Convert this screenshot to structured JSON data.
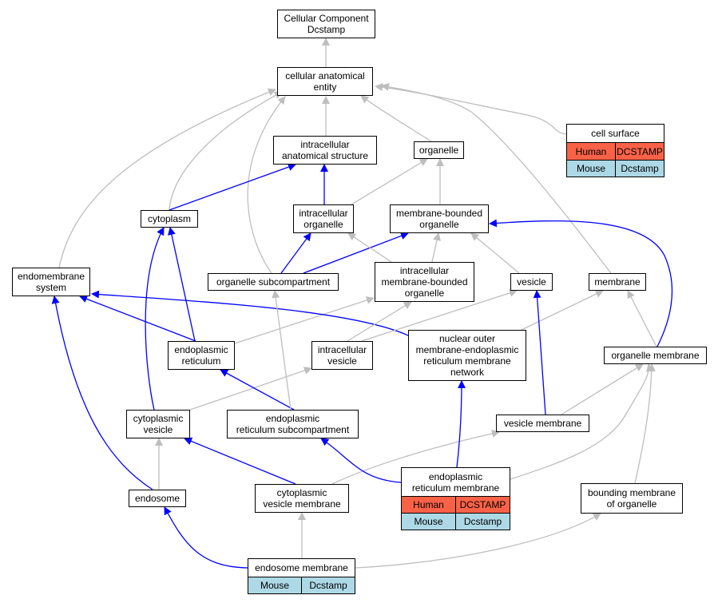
{
  "colors": {
    "is_a_edge": "#bebebe",
    "part_of_edge": "#0000ff",
    "human_cell": "#fa6248",
    "mouse_cell": "#add8e6"
  },
  "nodes": {
    "root": [
      "Cellular Component",
      "Dcstamp"
    ],
    "cae": [
      "cellular anatomical",
      "entity"
    ],
    "ias": [
      "intracellular",
      "anatomical structure"
    ],
    "organelle": [
      "organelle"
    ],
    "cell_surface": {
      "title": "cell surface",
      "rows": [
        [
          "Human",
          "DCSTAMP"
        ],
        [
          "Mouse",
          "Dcstamp"
        ]
      ]
    },
    "cytoplasm": [
      "cytoplasm"
    ],
    "intra_org": [
      "intracellular",
      "organelle"
    ],
    "mbo": [
      "membrane-bounded",
      "organelle"
    ],
    "endomembrane": [
      "endomembrane",
      "system"
    ],
    "org_sub": [
      "organelle subcompartment"
    ],
    "imbo": [
      "intracellular",
      "membrane-bounded",
      "organelle"
    ],
    "vesicle": [
      "vesicle"
    ],
    "membrane": [
      "membrane"
    ],
    "er": [
      "endoplasmic",
      "reticulum"
    ],
    "intra_ves": [
      "intracellular",
      "vesicle"
    ],
    "nuclear": [
      "nuclear outer",
      "membrane-endoplasmic",
      "reticulum membrane",
      "network"
    ],
    "org_mem": [
      "organelle membrane"
    ],
    "cyto_ves": [
      "cytoplasmic",
      "vesicle"
    ],
    "er_sub": [
      "endoplasmic",
      "reticulum subcompartment"
    ],
    "ves_mem": [
      "vesicle membrane"
    ],
    "endosome": [
      "endosome"
    ],
    "cvm": [
      "cytoplasmic",
      "vesicle membrane"
    ],
    "er_mem": {
      "title_lines": [
        "endoplasmic",
        "reticulum membrane"
      ],
      "rows": [
        [
          "Human",
          "DCSTAMP"
        ],
        [
          "Mouse",
          "Dcstamp"
        ]
      ]
    },
    "bmo": [
      "bounding membrane",
      "of organelle"
    ],
    "endo_mem": {
      "title": "endosome membrane",
      "rows": [
        [
          "Mouse",
          "Dcstamp"
        ]
      ]
    }
  }
}
